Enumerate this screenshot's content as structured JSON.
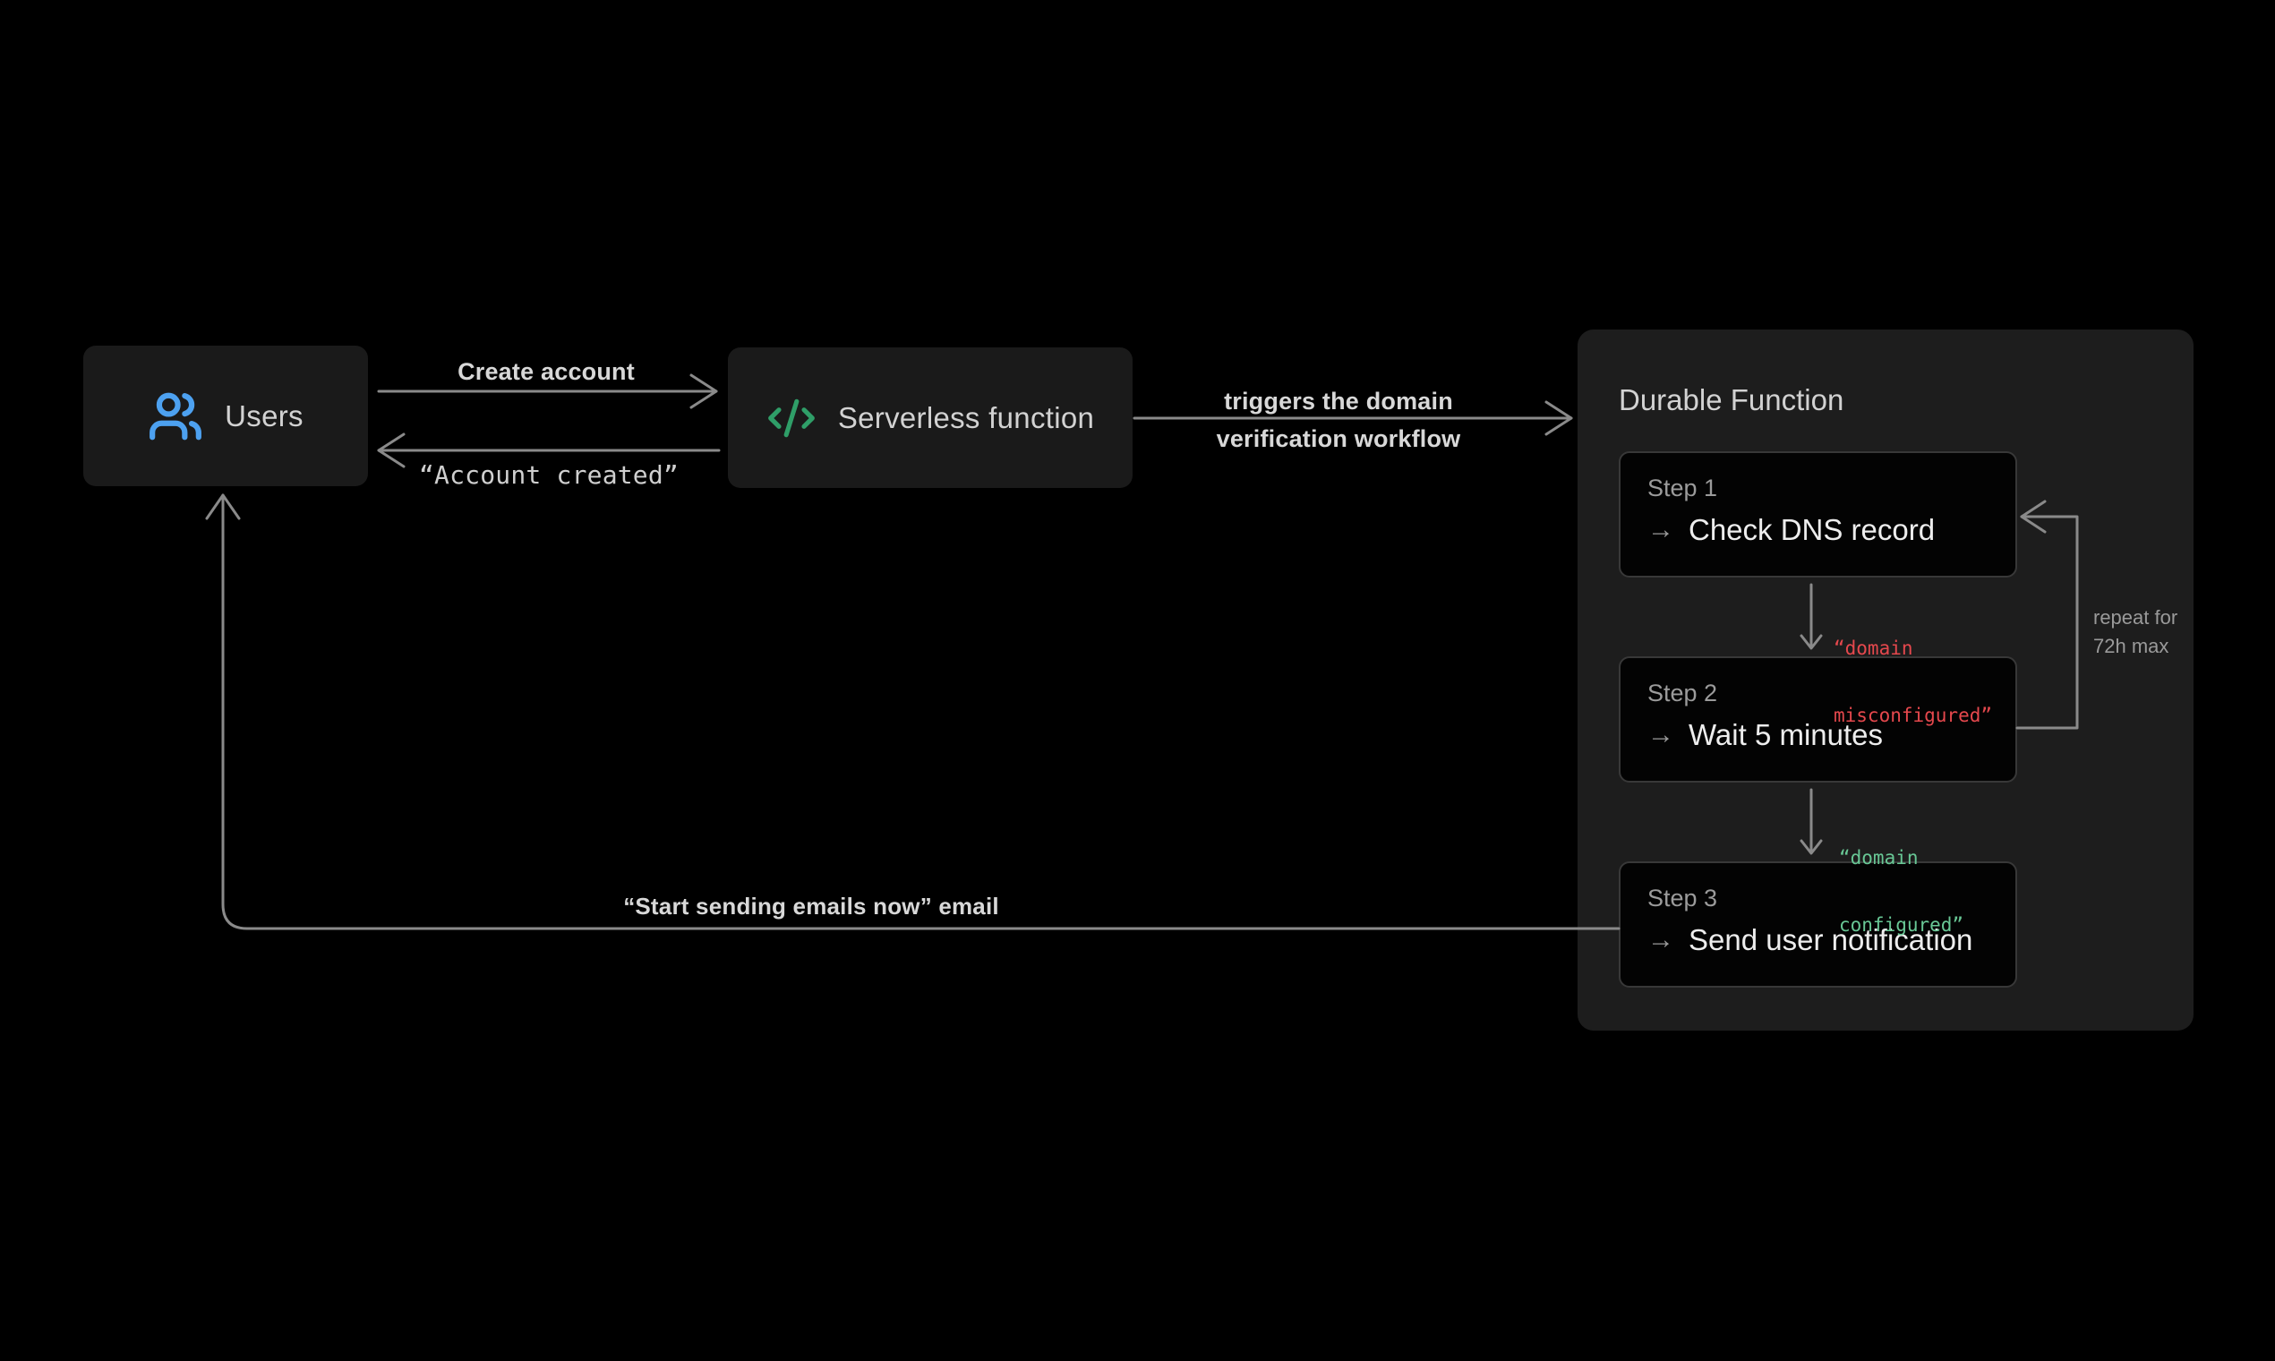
{
  "diagram": {
    "users_box": {
      "label": "Users"
    },
    "serverless_box": {
      "label": "Serverless function"
    },
    "durable_panel": {
      "title": "Durable Function",
      "steps": [
        {
          "step": "Step 1",
          "action": "Check DNS record"
        },
        {
          "step": "Step 2",
          "action": "Wait 5 minutes"
        },
        {
          "step": "Step 3",
          "action": "Send user notification"
        }
      ]
    },
    "edge_labels": {
      "create_account": "Create account",
      "account_created": "“Account created”",
      "triggers_line1": "triggers the domain",
      "triggers_line2": "verification workflow",
      "start_sending_email": "“Start sending emails now” email",
      "domain_misconfigured_line1": "“domain",
      "domain_misconfigured_line2": "misconfigured”",
      "domain_configured_line1": "“domain",
      "domain_configured_line2": "configured”",
      "repeat_line1": "repeat for",
      "repeat_line2": "72h max"
    },
    "glyphs": {
      "step_arrow": "→"
    },
    "icons": {
      "users": "two-people-icon",
      "serverless": "code-brackets-icon"
    },
    "colors": {
      "background": "#000000",
      "node_background": "#1a1a1a",
      "panel_background": "#1d1d1d",
      "step_background": "#030303",
      "line_gray": "#8a8a8a",
      "accent_blue": "#4da1f0",
      "accent_green": "#2f9e68",
      "code_red": "#e5484d",
      "code_green": "#68c795"
    }
  }
}
